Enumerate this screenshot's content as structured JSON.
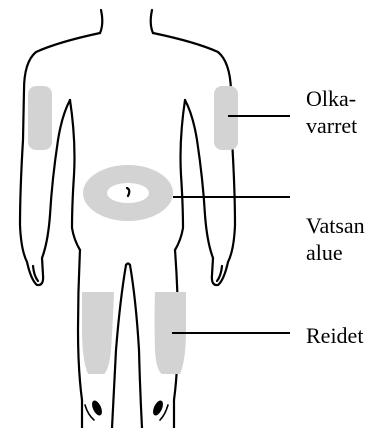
{
  "labels": {
    "upper_arms": {
      "line1": "Olka-",
      "line2": "varret"
    },
    "abdomen": {
      "line1": "Vatsan",
      "line2": "alue"
    },
    "thighs": {
      "line1": "Reidet"
    }
  },
  "colors": {
    "outline": "#000000",
    "injection_area": "#d3d3d3",
    "background": "#ffffff"
  }
}
